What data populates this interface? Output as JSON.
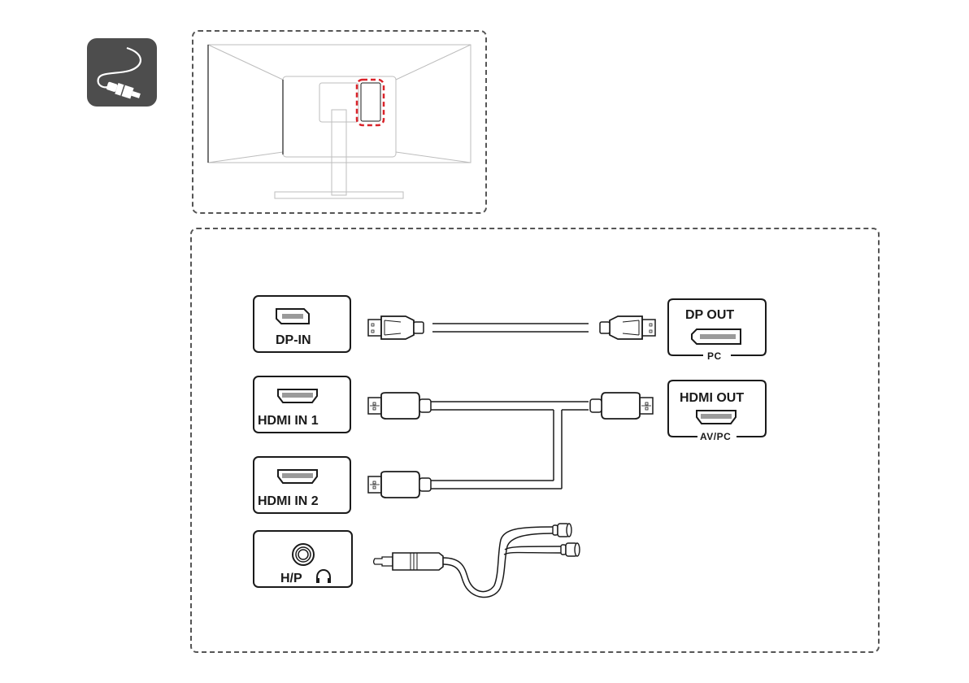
{
  "diagram": {
    "title_icon": "cable-connection-icon",
    "monitor_view": {
      "description": "Monitor rear view with highlighted port area",
      "highlight_color": "#d9232a"
    },
    "colors": {
      "frame_dash": "#555555",
      "icon_bg": "#4d4d4d",
      "line": "#1a1a1a",
      "port_fill": "#9a9a9a",
      "highlight": "#d9232a"
    },
    "monitor_ports": [
      {
        "id": "dp-in",
        "label": "DP-IN",
        "type": "displayport"
      },
      {
        "id": "hdmi-in-1",
        "label": "HDMI IN 1",
        "type": "hdmi"
      },
      {
        "id": "hdmi-in-2",
        "label": "HDMI IN 2",
        "type": "hdmi"
      },
      {
        "id": "hp",
        "label": "H/P",
        "type": "headphone",
        "icon": "headphone-icon"
      }
    ],
    "source_ports": [
      {
        "id": "dp-out",
        "label": "DP OUT",
        "sublabel": "PC",
        "type": "displayport"
      },
      {
        "id": "hdmi-out",
        "label": "HDMI OUT",
        "sublabel": "AV/PC",
        "type": "hdmi"
      }
    ],
    "cables": [
      {
        "id": "dp-cable",
        "from": "DP-IN",
        "to": "DP OUT",
        "kind": "DisplayPort cable"
      },
      {
        "id": "hdmi-cable",
        "from": [
          "HDMI IN 1",
          "HDMI IN 2"
        ],
        "to": "HDMI OUT",
        "kind": "HDMI cable"
      },
      {
        "id": "headphone-cable",
        "from": "H/P",
        "to": "Earphones",
        "kind": "3.5mm earphone cable"
      }
    ]
  }
}
